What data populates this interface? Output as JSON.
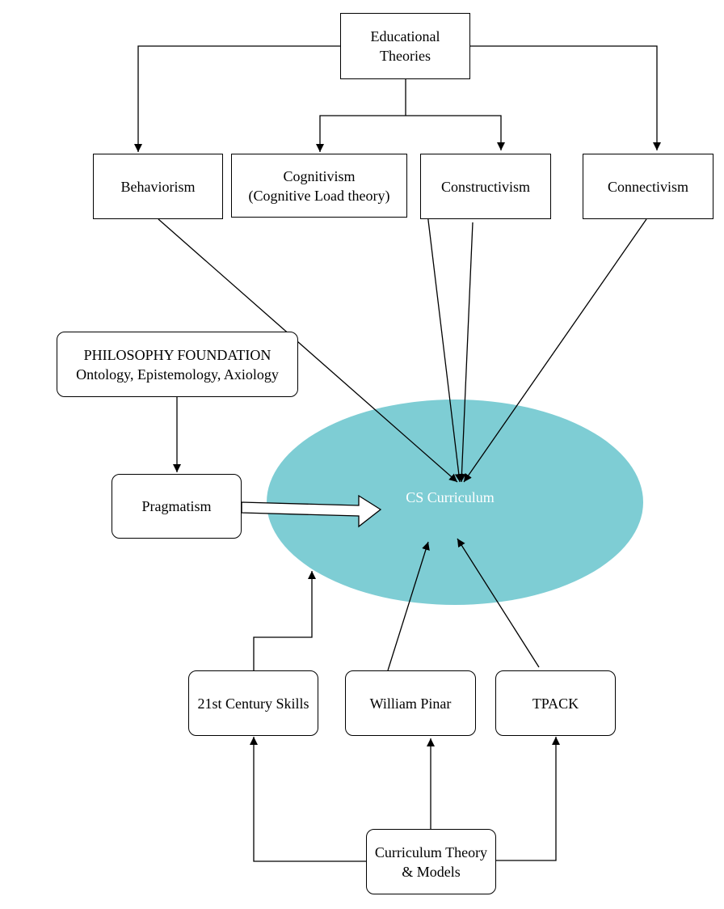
{
  "colors": {
    "ellipse_fill": "#7ecdd4",
    "stroke": "#000000",
    "ellipse_text": "#ffffff"
  },
  "nodes": {
    "educational_theories": "Educational\nTheories",
    "behaviorism": "Behaviorism",
    "cognitivism": "Cognitivism\n(Cognitive Load theory)",
    "constructivism": "Constructivism",
    "connectivism": "Connectivism",
    "philosophy": "PHILOSOPHY FOUNDATION\nOntology, Epistemology, Axiology",
    "pragmatism": "Pragmatism",
    "cs_curriculum": "CS Curriculum",
    "skills_21st": "21st Century Skills",
    "william_pinar": "William Pinar",
    "tpack": "TPACK",
    "curriculum_theory": "Curriculum Theory\n& Models"
  }
}
